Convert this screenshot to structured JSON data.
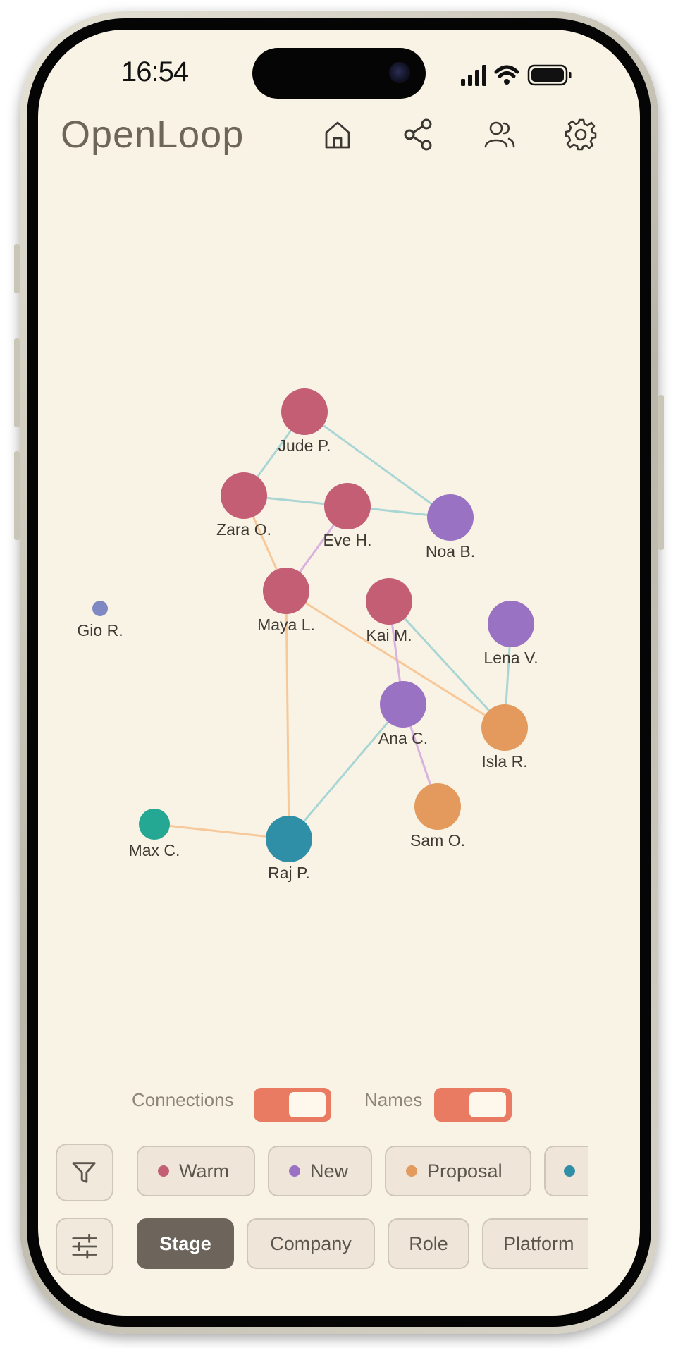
{
  "status": {
    "time": "16:54"
  },
  "app": {
    "title": "OpenLoop"
  },
  "header_icons": [
    "home-icon",
    "share-icon",
    "users-icon",
    "settings-icon"
  ],
  "graph": {
    "nodes": [
      {
        "id": "jude",
        "label": "Jude P.",
        "stage": "Warm"
      },
      {
        "id": "zara",
        "label": "Zara O.",
        "stage": "Warm"
      },
      {
        "id": "eve",
        "label": "Eve H.",
        "stage": "Warm"
      },
      {
        "id": "noa",
        "label": "Noa B.",
        "stage": "New"
      },
      {
        "id": "maya",
        "label": "Maya L.",
        "stage": "Warm"
      },
      {
        "id": "kai",
        "label": "Kai M.",
        "stage": "Warm"
      },
      {
        "id": "lena",
        "label": "Lena V.",
        "stage": "New"
      },
      {
        "id": "gio",
        "label": "Gio R."
      },
      {
        "id": "ana",
        "label": "Ana C.",
        "stage": "New"
      },
      {
        "id": "isla",
        "label": "Isla R.",
        "stage": "Proposal"
      },
      {
        "id": "sam",
        "label": "Sam O.",
        "stage": "Proposal"
      },
      {
        "id": "max",
        "label": "Max C."
      },
      {
        "id": "raj",
        "label": "Raj P."
      }
    ],
    "edges": [
      {
        "from": "jude",
        "to": "zara",
        "color": "#a9d6d4"
      },
      {
        "from": "jude",
        "to": "noa",
        "color": "#a9d6d4"
      },
      {
        "from": "zara",
        "to": "eve",
        "color": "#a9d6d4"
      },
      {
        "from": "eve",
        "to": "noa",
        "color": "#a9d6d4"
      },
      {
        "from": "eve",
        "to": "maya",
        "color": "#d9b2e0"
      },
      {
        "from": "zara",
        "to": "maya",
        "color": "#f7c89a"
      },
      {
        "from": "maya",
        "to": "isla",
        "color": "#f7c89a"
      },
      {
        "from": "maya",
        "to": "raj",
        "color": "#f7c89a"
      },
      {
        "from": "kai",
        "to": "isla",
        "color": "#a9d6d4"
      },
      {
        "from": "kai",
        "to": "ana",
        "color": "#d9b2e0"
      },
      {
        "from": "ana",
        "to": "sam",
        "color": "#d9b2e0"
      },
      {
        "from": "lena",
        "to": "isla",
        "color": "#a9d6d4"
      },
      {
        "from": "ana",
        "to": "raj",
        "color": "#a9d6d4"
      },
      {
        "from": "max",
        "to": "raj",
        "color": "#f7c89a"
      }
    ]
  },
  "colors": {
    "warm": "#c45e74",
    "new": "#9a72c4",
    "proposal": "#e39a5c",
    "teal": "#2f8fa6",
    "green": "#24a893",
    "slate": "#8088c4",
    "accent": "#e87b62"
  },
  "toggles": [
    {
      "label": "Connections",
      "on": true
    },
    {
      "label": "Names",
      "on": true
    }
  ],
  "filters": {
    "icon": "filter-icon",
    "chips": [
      {
        "label": "Warm",
        "color": "#c45e74"
      },
      {
        "label": "New",
        "color": "#9a72c4"
      },
      {
        "label": "Proposal",
        "color": "#e39a5c"
      },
      {
        "label": "",
        "color": "#2f8fa6"
      }
    ]
  },
  "groupby": {
    "icon": "sliders-icon",
    "chips": [
      {
        "label": "Stage",
        "active": true
      },
      {
        "label": "Company"
      },
      {
        "label": "Role"
      },
      {
        "label": "Platform"
      }
    ]
  }
}
